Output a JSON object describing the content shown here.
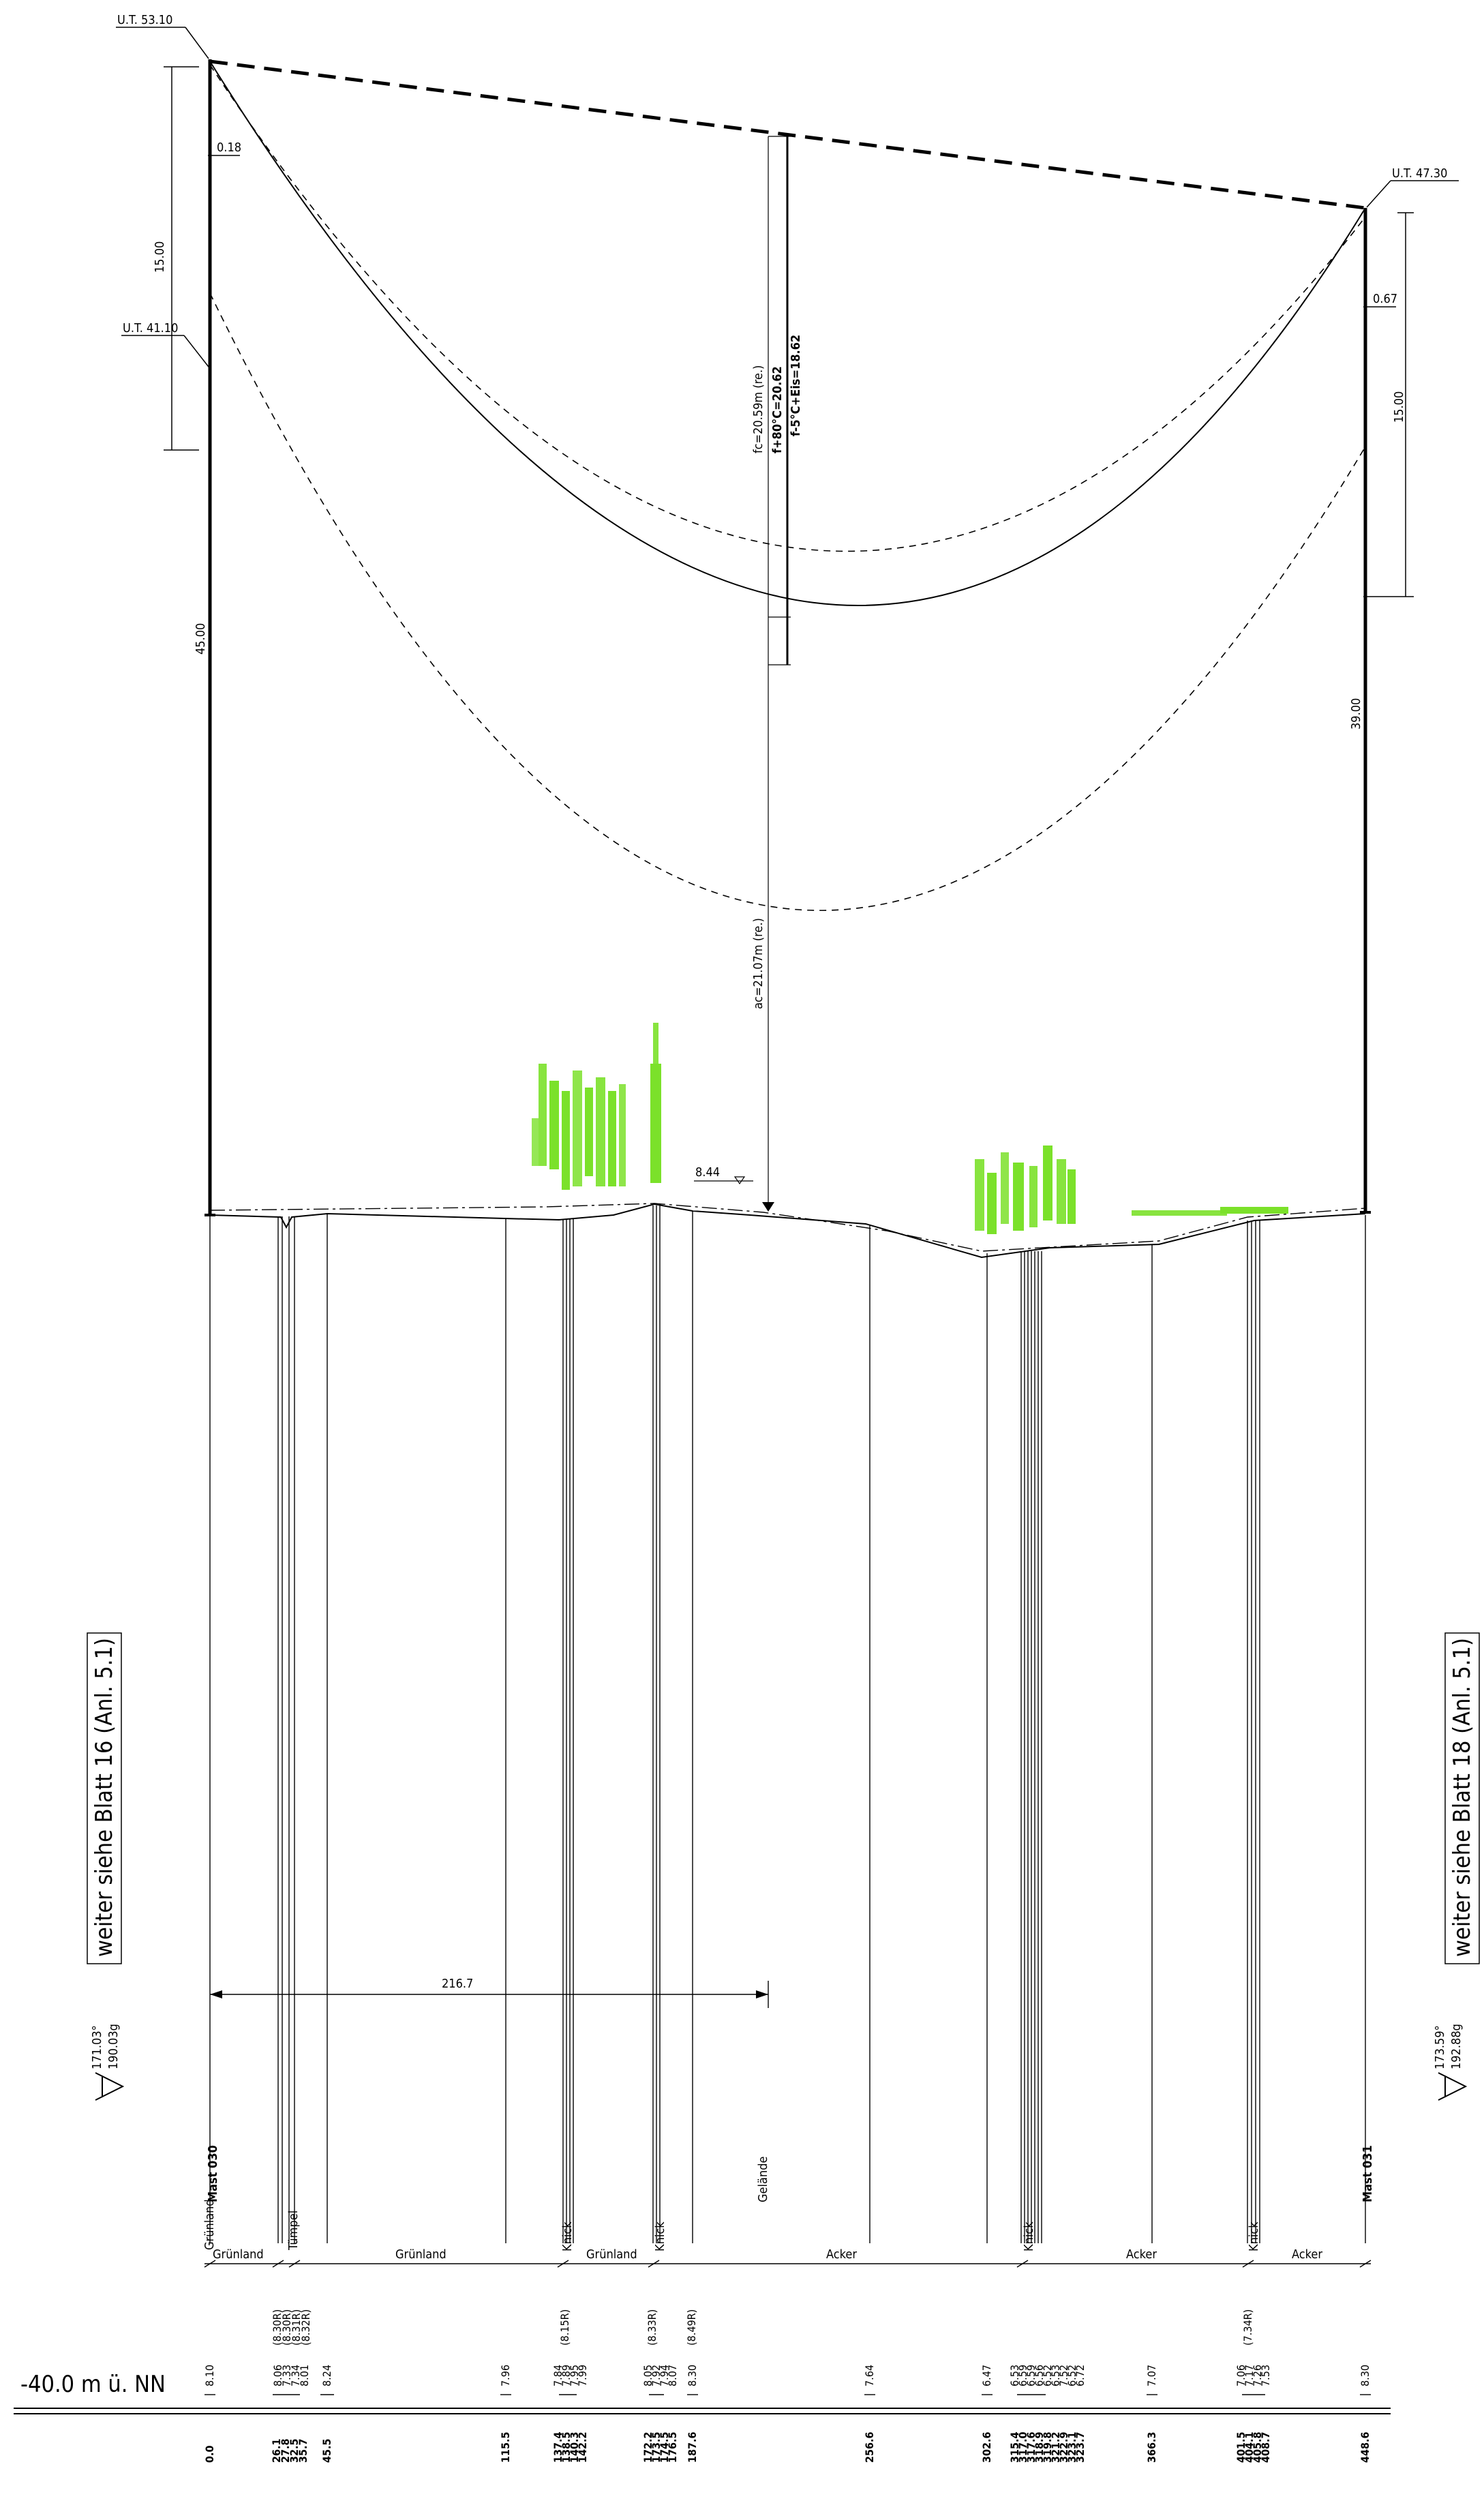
{
  "masts": {
    "left": {
      "name": "Mast 030",
      "ut_top": "U.T. 53.10",
      "ut_mid": "U.T. 41.10",
      "offset": "0.18",
      "span_top": "15.00",
      "height": "45.00",
      "angle1": "171.03°",
      "angle2": "190.03g"
    },
    "right": {
      "name": "Mast 031",
      "ut_top": "U.T. 47.30",
      "offset": "0.67",
      "span_top": "15.00",
      "height": "39.00",
      "angle1": "173.59°",
      "angle2": "192.88g"
    }
  },
  "sag_labels": {
    "fc": "fc=20.59m (re.)",
    "f80": "f+80°C=20.62",
    "f5": "f-5°C+Eis=18.62",
    "ac": "ac=21.07m (re.)",
    "clearance": "8.44"
  },
  "dimension_span": "216.7",
  "terrain_label": "Gelände",
  "reference_level": "-40.0 m ü. NN",
  "sheet_refs": {
    "left": "weiter siehe Blatt 16 (Anl. 5.1)",
    "right": "weiter siehe Blatt 18 (Anl. 5.1)"
  },
  "land_use": [
    {
      "label": "Grünland"
    },
    {
      "label": "Grünland"
    },
    {
      "label": "Tümpel"
    },
    {
      "label": "Grünland"
    },
    {
      "label": "Knick"
    },
    {
      "label": "Grünland"
    },
    {
      "label": "Knick"
    },
    {
      "label": "Acker"
    },
    {
      "label": "Knick"
    },
    {
      "label": "Acker"
    },
    {
      "label": "Knick"
    },
    {
      "label": "Acker"
    }
  ],
  "crossing_heights": [
    "(8.30R)",
    "(8.30R)",
    "(8.31R)",
    "(8.32R)",
    "(8.15R)",
    "(8.33R)",
    "(8.49R)",
    "(7.34R)"
  ],
  "elevations": [
    "8.10",
    "8.06",
    "7.33",
    "7.34",
    "8.01",
    "8.24",
    "7.96",
    "7.84",
    "7.89",
    "7.95",
    "7.99",
    "8.05",
    "7.92",
    "7.94",
    "8.07",
    "8.30",
    "7.64",
    "6.47",
    "6.53",
    "6.59",
    "6.59",
    "6.56",
    "6.52",
    "6.53",
    "7.52",
    "6.52",
    "6.72",
    "7.07",
    "7.06",
    "7.17",
    "7.26",
    "7.53",
    "8.30"
  ],
  "stations": [
    "0.0",
    "26.1",
    "27.8",
    "32.5",
    "35.7",
    "45.5",
    "115.5",
    "137.4",
    "138.5",
    "140.3",
    "142.2",
    "172.2",
    "173.5",
    "174.5",
    "176.5",
    "187.6",
    "256.6",
    "302.6",
    "315.4",
    "317.0",
    "317.6",
    "318.9",
    "319.8",
    "321.2",
    "322.9",
    "323.1",
    "323.7",
    "366.3",
    "401.5",
    "404.1",
    "405.8",
    "408.7",
    "448.6"
  ],
  "colors": {
    "vegetation": "#7be12a",
    "line": "#000000"
  }
}
